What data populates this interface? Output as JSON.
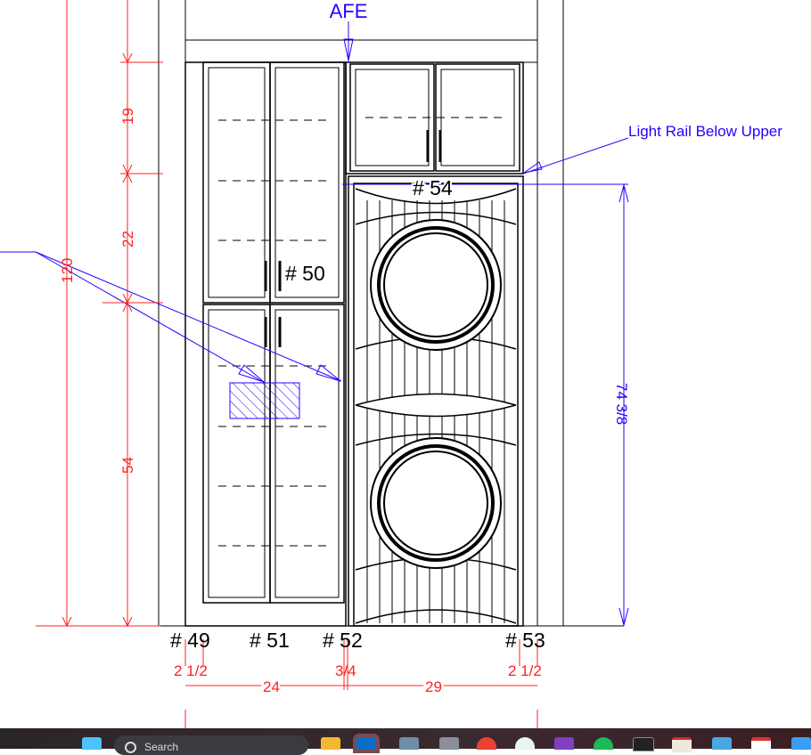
{
  "drawing": {
    "top_label": "AFE",
    "light_rail_label": "Light Rail Below Upper",
    "cabinet_tags": {
      "c49": "# 49",
      "c50": "# 50",
      "c51": "# 51",
      "c52": "# 52",
      "c53": "# 53",
      "c54": "# 54"
    },
    "vertical_dims": {
      "total": "120",
      "d19": "19",
      "d22": "22",
      "d54": "54",
      "right": "74 3/8"
    },
    "horizontal_dims": {
      "left_filler": "2 1/2",
      "tall_width": "24",
      "gap": "3/4",
      "washer_width": "29",
      "right_filler": "2 1/2"
    },
    "colors": {
      "dim": "#ff2020",
      "annotation": "#2a00ff",
      "line": "#000000"
    }
  },
  "taskbar": {
    "search_placeholder": "Search",
    "icons": [
      "windows-start",
      "file-explorer",
      "outlook",
      "calculator",
      "settings",
      "chrome",
      "slack",
      "onenote",
      "spotify",
      "terminal",
      "app-red",
      "notepad",
      "app-maps",
      "app-blue"
    ]
  }
}
